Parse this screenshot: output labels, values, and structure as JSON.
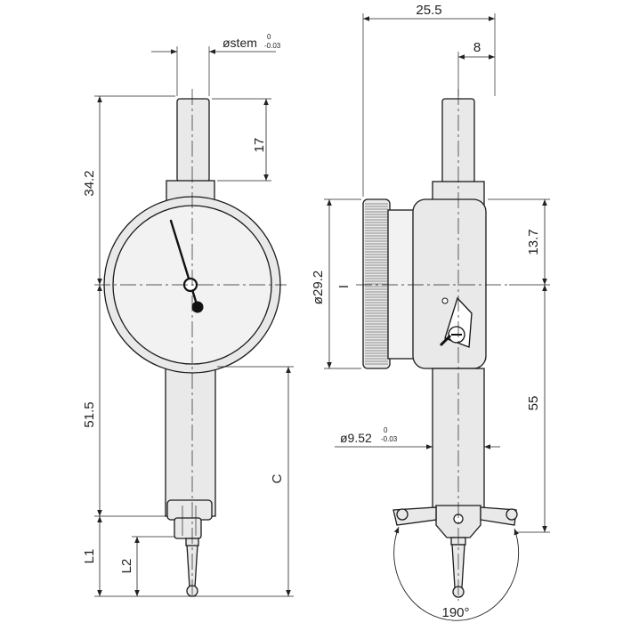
{
  "dimensions": {
    "stem": "østem",
    "stem_tol_upper": "0",
    "stem_tol_lower": "-0.03",
    "stem_length": "17",
    "top_height": "34.2",
    "lower_length": "51.5",
    "c_label": "C",
    "l1_label": "L1",
    "l2_label": "L2",
    "depth": "25.5",
    "stem_offset": "8",
    "offset_13_7": "13.7",
    "dial_diameter": "ø29.2",
    "i_label": "I",
    "length_55": "55",
    "stem_dia": "ø9.52",
    "stem_dia_tol_upper": "0",
    "stem_dia_tol_lower": "-0.03",
    "swing_angle": "190°"
  }
}
